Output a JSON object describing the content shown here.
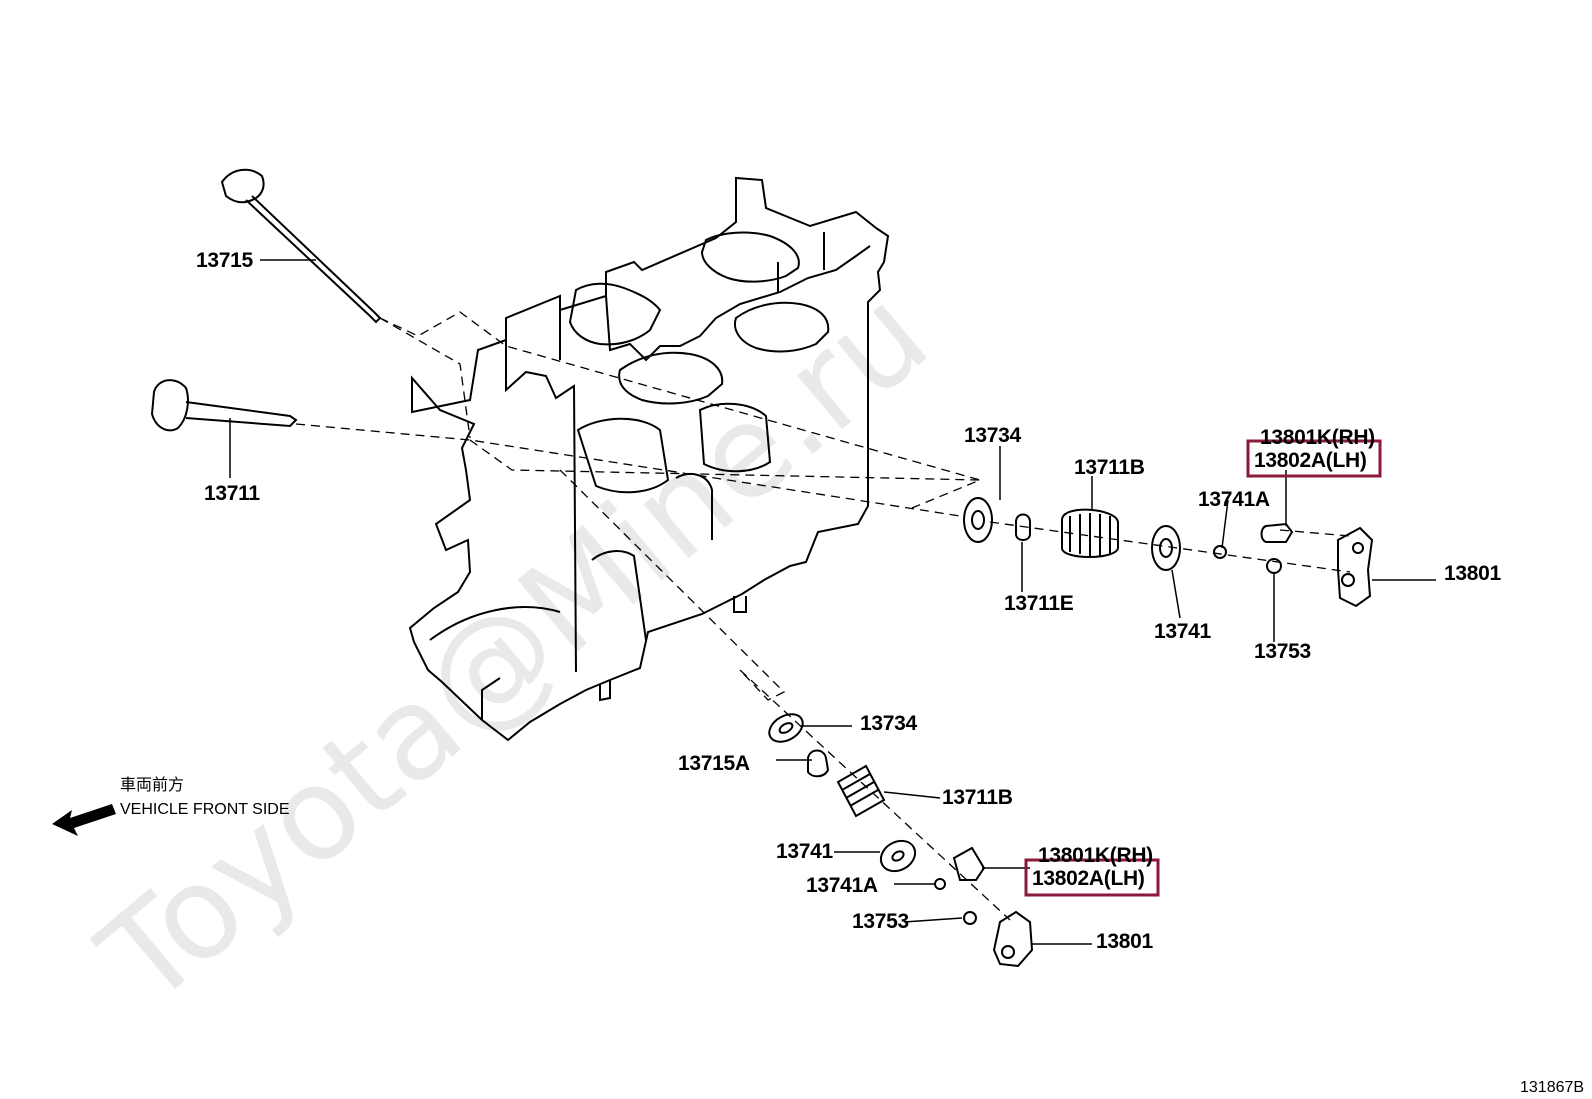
{
  "watermark": "Toyota@Mine.ru",
  "diagram_id": "131867B",
  "front_note": {
    "jp": "車両前方",
    "en": "VEHICLE FRONT SIDE"
  },
  "highlight_color": "#8b1a3a",
  "labels": {
    "valve_exhaust": "13715",
    "valve_intake": "13711",
    "seal_upper": "13734",
    "seal_lower": "13734",
    "spring_upper": "13711B",
    "spring_lower": "13711B",
    "seat_upper": "13711E",
    "seat_lower": "13715A",
    "retainer_upper": "13741",
    "retainer_lower": "13741",
    "lock_upper": "13741A",
    "lock_lower": "13741A",
    "adjuster_upper": "13753",
    "adjuster_lower": "13753",
    "rocker_upper": "13801",
    "rocker_lower": "13801",
    "lifter_rh_upper": "13801K(RH)",
    "lifter_lh_upper": "13802A(LH)",
    "lifter_rh_lower": "13801K(RH)",
    "lifter_lh_lower": "13802A(LH)"
  }
}
